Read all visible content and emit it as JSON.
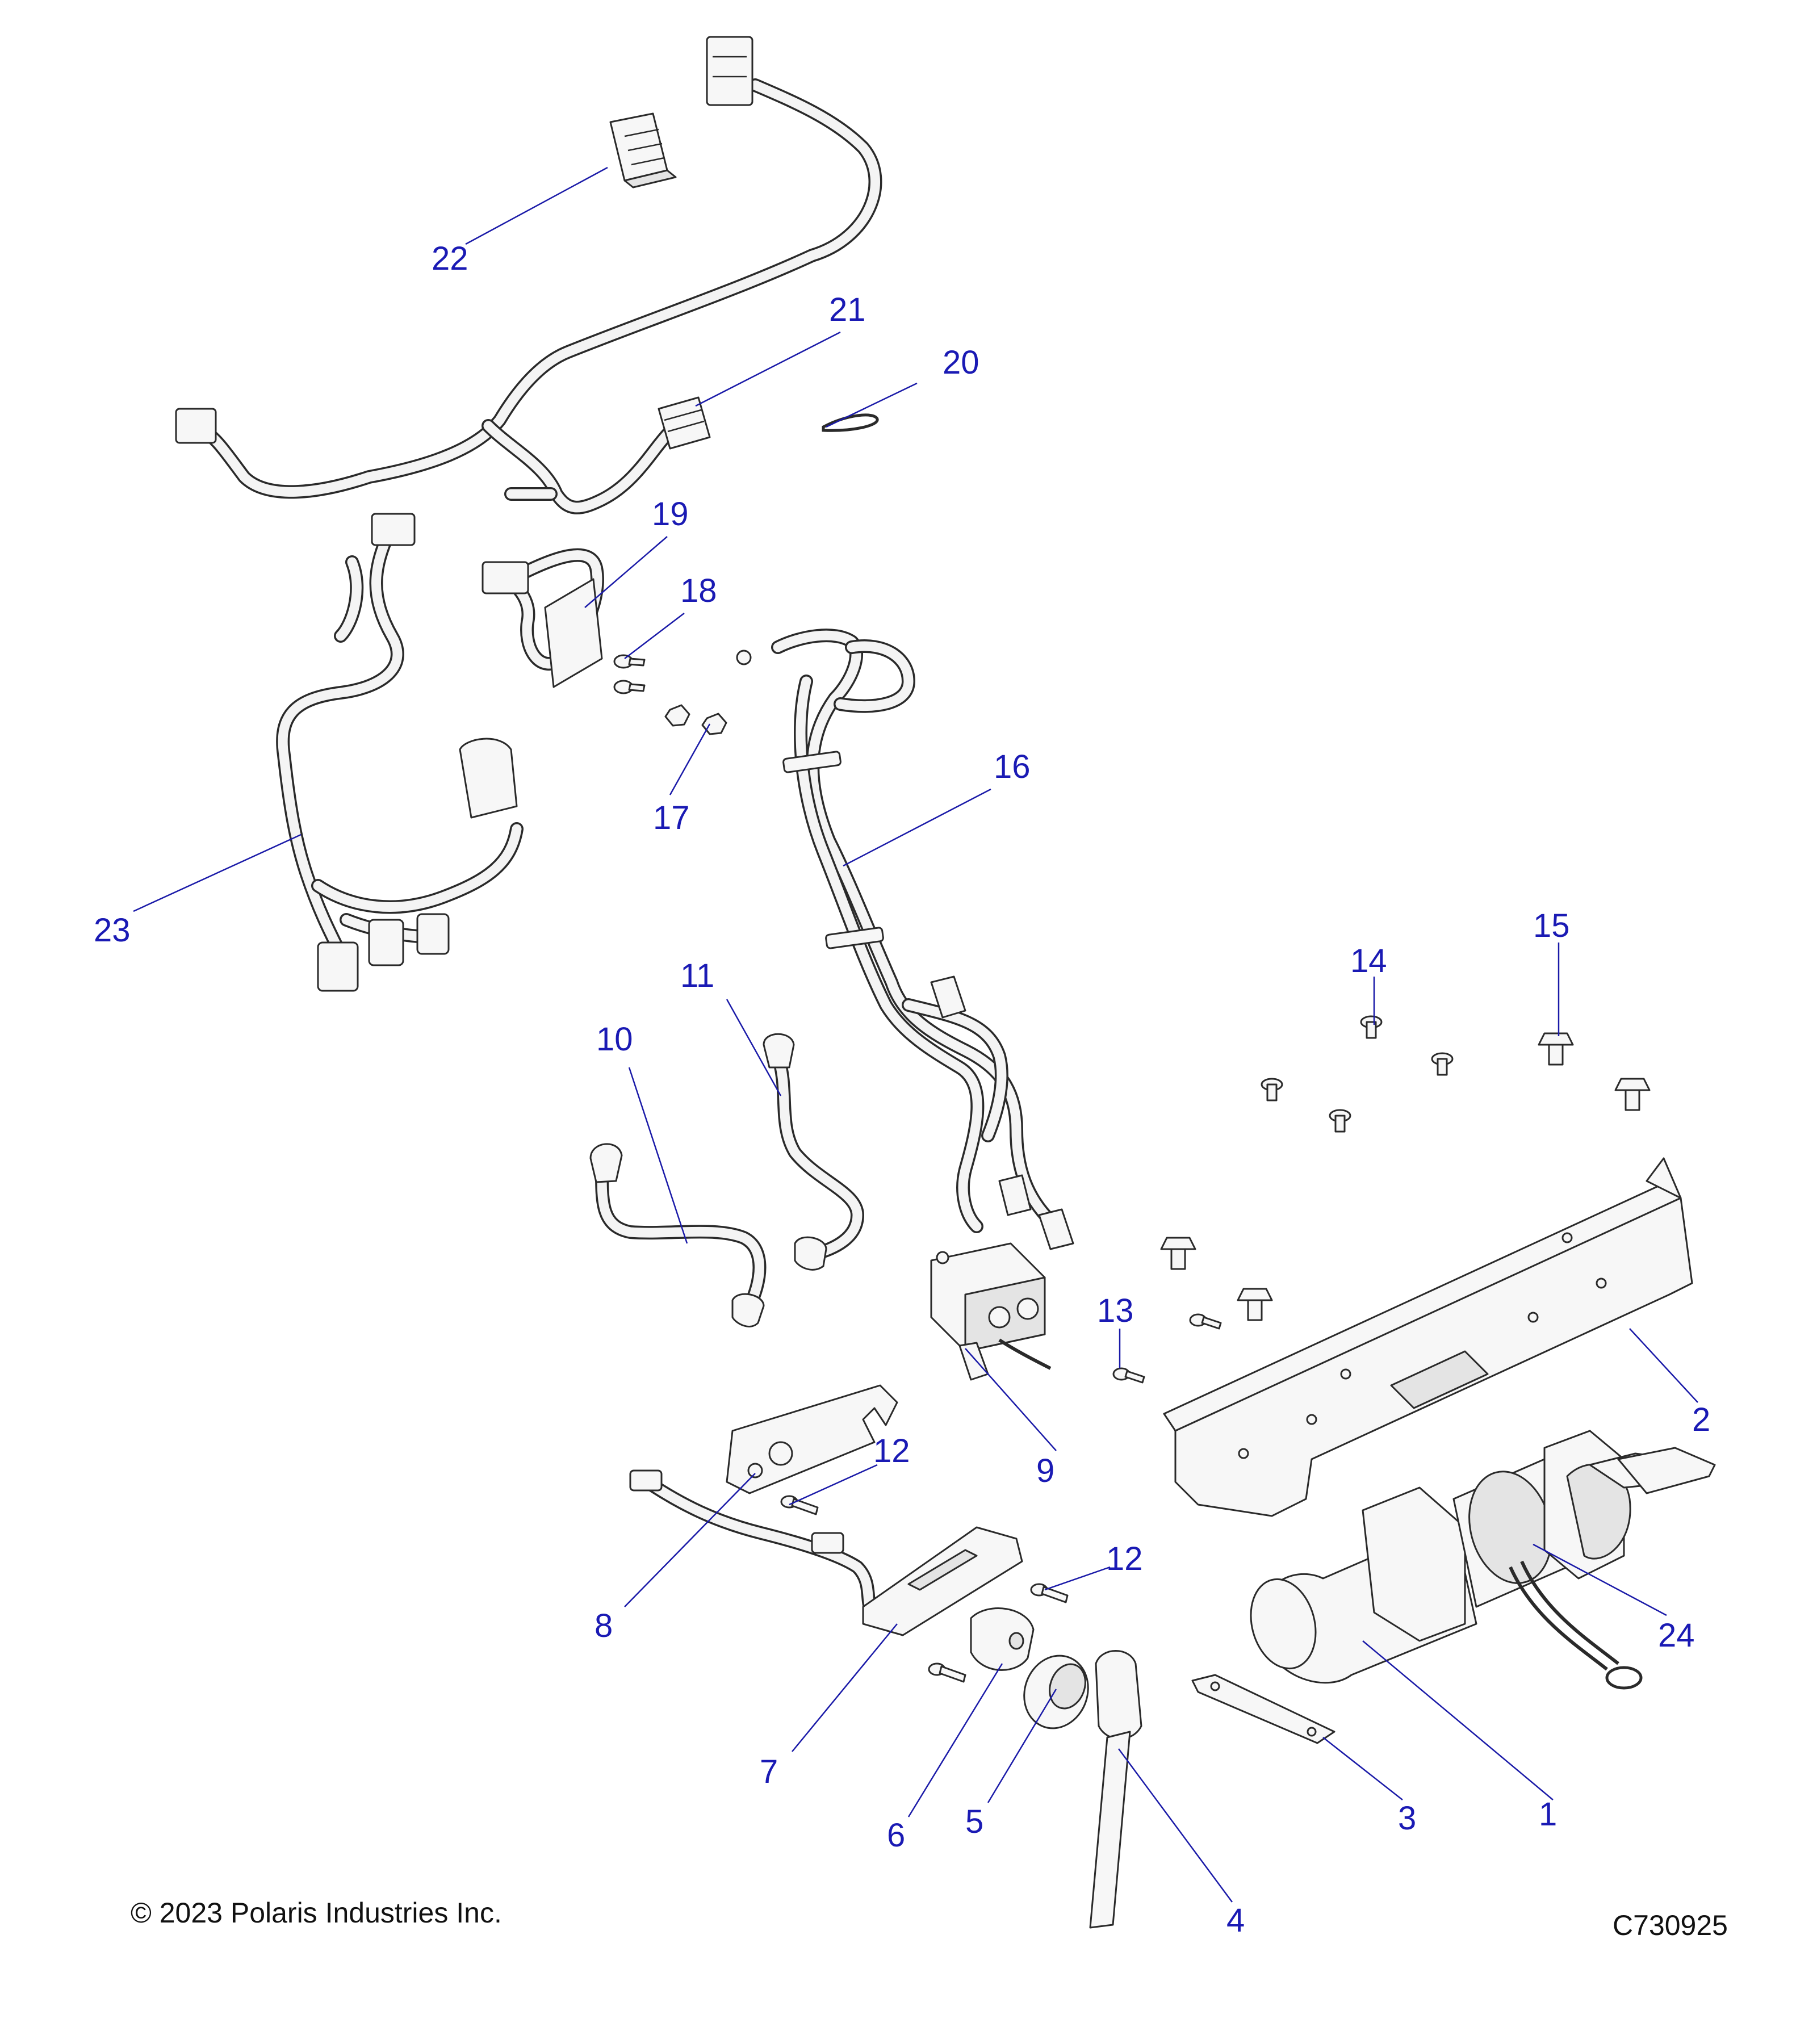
{
  "copyright": "© 2023 Polaris Industries Inc.",
  "figure_id": "C730925",
  "callouts": {
    "c1": "1",
    "c2": "2",
    "c3": "3",
    "c4": "4",
    "c5": "5",
    "c6": "6",
    "c7": "7",
    "c8": "8",
    "c9": "9",
    "c10": "10",
    "c11": "11",
    "c12a": "12",
    "c12b": "12",
    "c13": "13",
    "c14": "14",
    "c15": "15",
    "c16": "16",
    "c17": "17",
    "c18": "18",
    "c19": "19",
    "c20": "20",
    "c21": "21",
    "c22": "22",
    "c23": "23",
    "c24": "24"
  }
}
